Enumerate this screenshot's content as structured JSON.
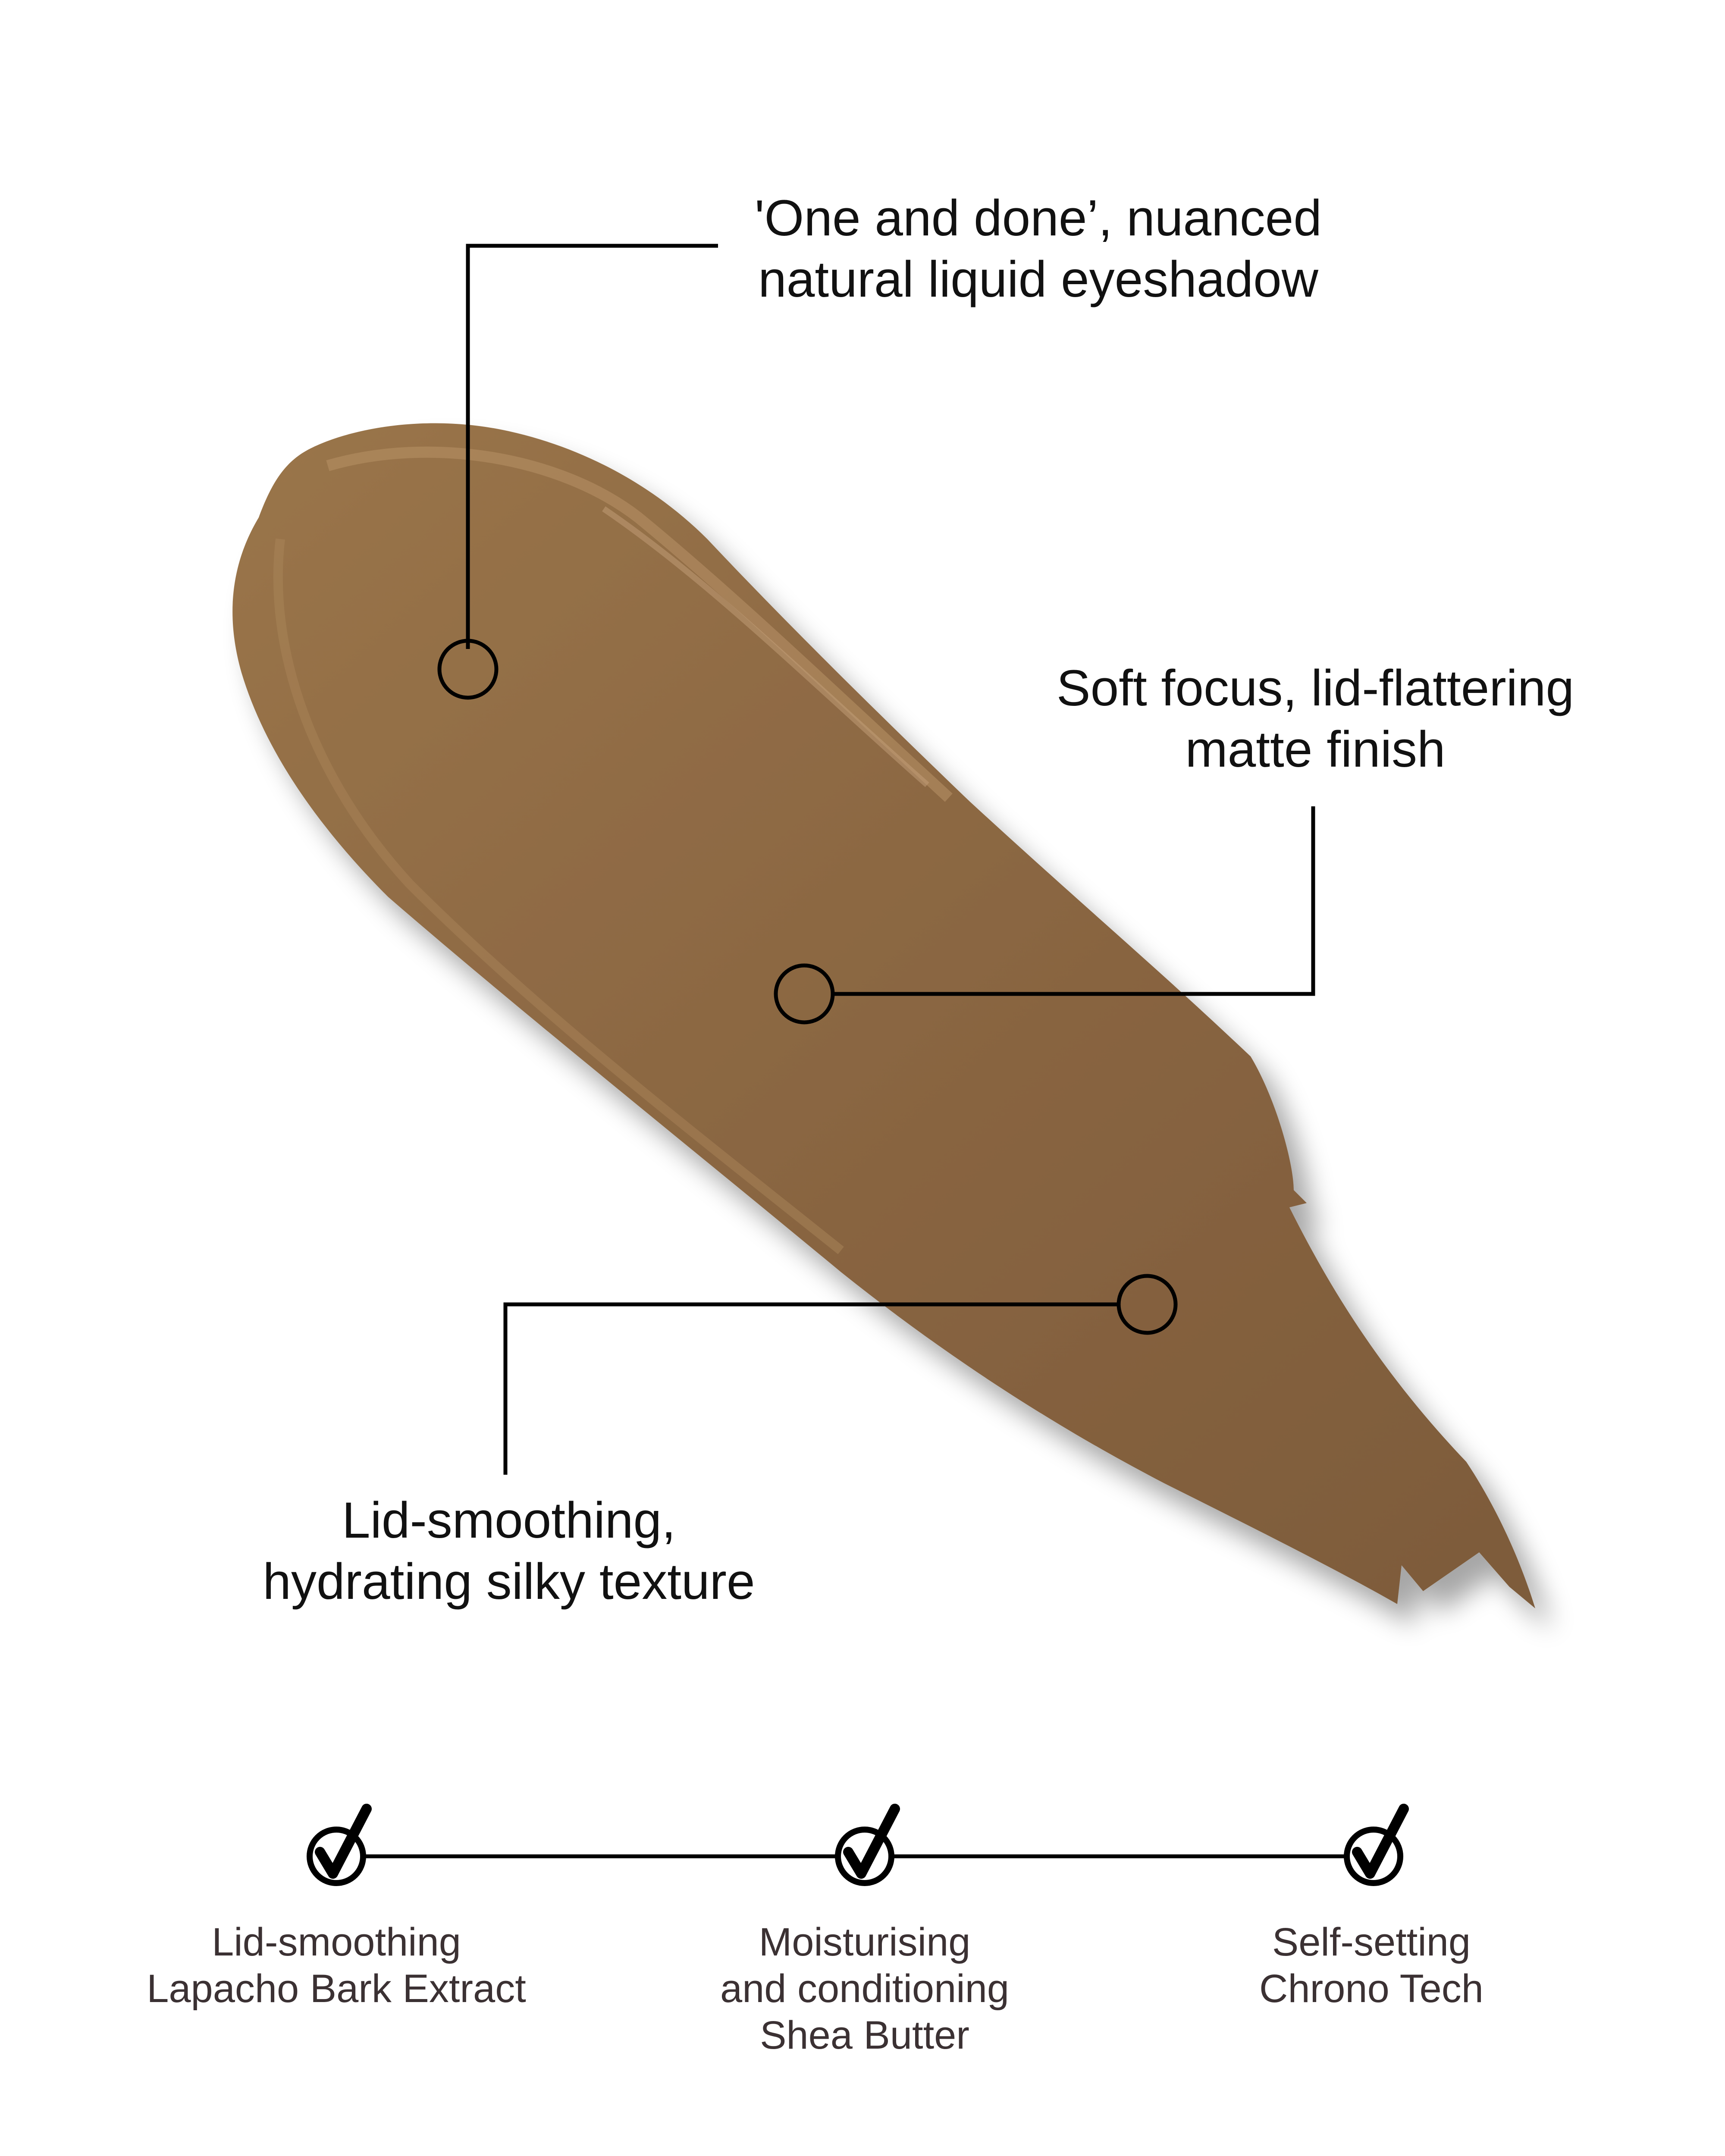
{
  "colors": {
    "background": "#ffffff",
    "swatch": "#8a6642",
    "swatch_highlight": "#a07a52",
    "swatch_shadow": "#6f5033",
    "line": "#000000",
    "feature_text": "#3b3133"
  },
  "swatch": {
    "description": "liquid eyeshadow texture smear"
  },
  "callouts": [
    {
      "id": "one-and-done",
      "line1": "'One and done’, nuanced",
      "line2": "natural liquid eyeshadow"
    },
    {
      "id": "soft-focus",
      "line1": "Soft focus, lid-flattering",
      "line2": "matte finish"
    },
    {
      "id": "lid-smoothing",
      "line1": "Lid-smoothing,",
      "line2": "hydrating silky texture"
    }
  ],
  "features": [
    {
      "icon": "check-circle-icon",
      "line1": "Lid-smoothing",
      "line2": "Lapacho Bark Extract",
      "line3": ""
    },
    {
      "icon": "check-circle-icon",
      "line1": "Moisturising",
      "line2": "and conditioning",
      "line3": "Shea Butter"
    },
    {
      "icon": "check-circle-icon",
      "line1": "Self-setting",
      "line2": "Chrono Tech",
      "line3": ""
    }
  ]
}
